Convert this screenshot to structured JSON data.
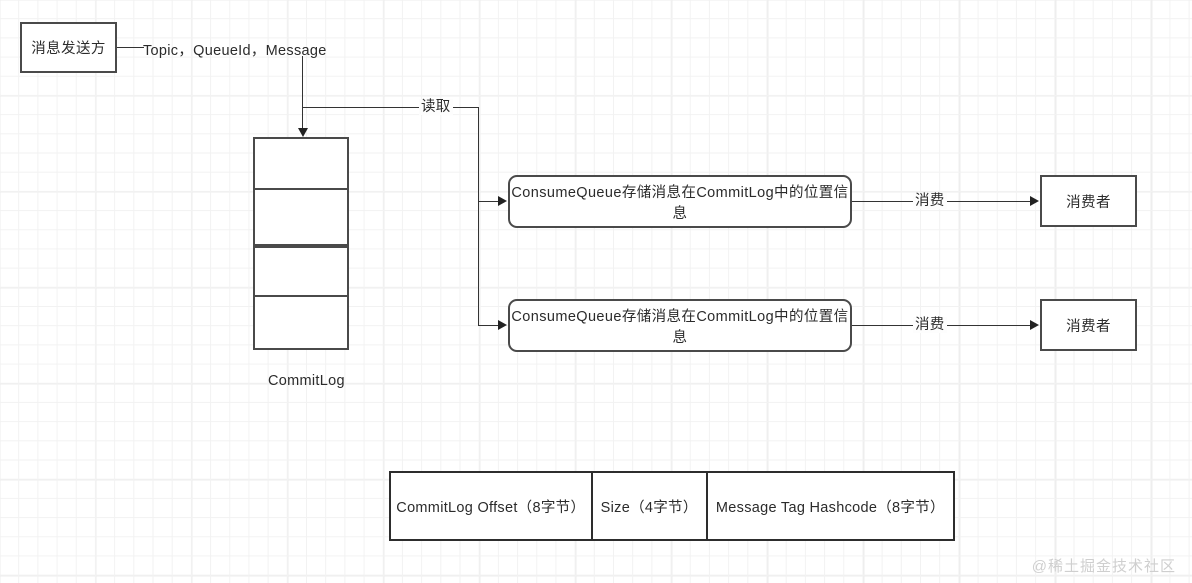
{
  "diagram": {
    "title_watermark": "@稀土掘金技术社区",
    "nodes": {
      "producer": {
        "label": "消息发送方"
      },
      "commitlog": {
        "caption": "CommitLog",
        "segments": [
          "",
          "",
          "",
          ""
        ]
      },
      "consume_queue_1": {
        "label": "ConsumeQueue存储消息在CommitLog中的位置信息"
      },
      "consume_queue_2": {
        "label": "ConsumeQueue存储消息在CommitLog中的位置信息"
      },
      "consumer_1": {
        "label": "消费者"
      },
      "consumer_2": {
        "label": "消费者"
      }
    },
    "edge_labels": {
      "producer_to_commitlog": "Topic，QueueId，Message",
      "read": "读取",
      "consume_1": "消费",
      "consume_2": "消费"
    },
    "record_table": {
      "cells": [
        "CommitLog Offset（8字节）",
        "Size（4字节）",
        "Message Tag Hashcode（8字节）"
      ]
    },
    "colors": {
      "stroke": "#4a4a4a",
      "line": "#333333",
      "text": "#2b2b2b",
      "grid_minor": "#f2f2f2",
      "grid_major": "#ececec",
      "watermark": "#cfcfcf"
    }
  }
}
